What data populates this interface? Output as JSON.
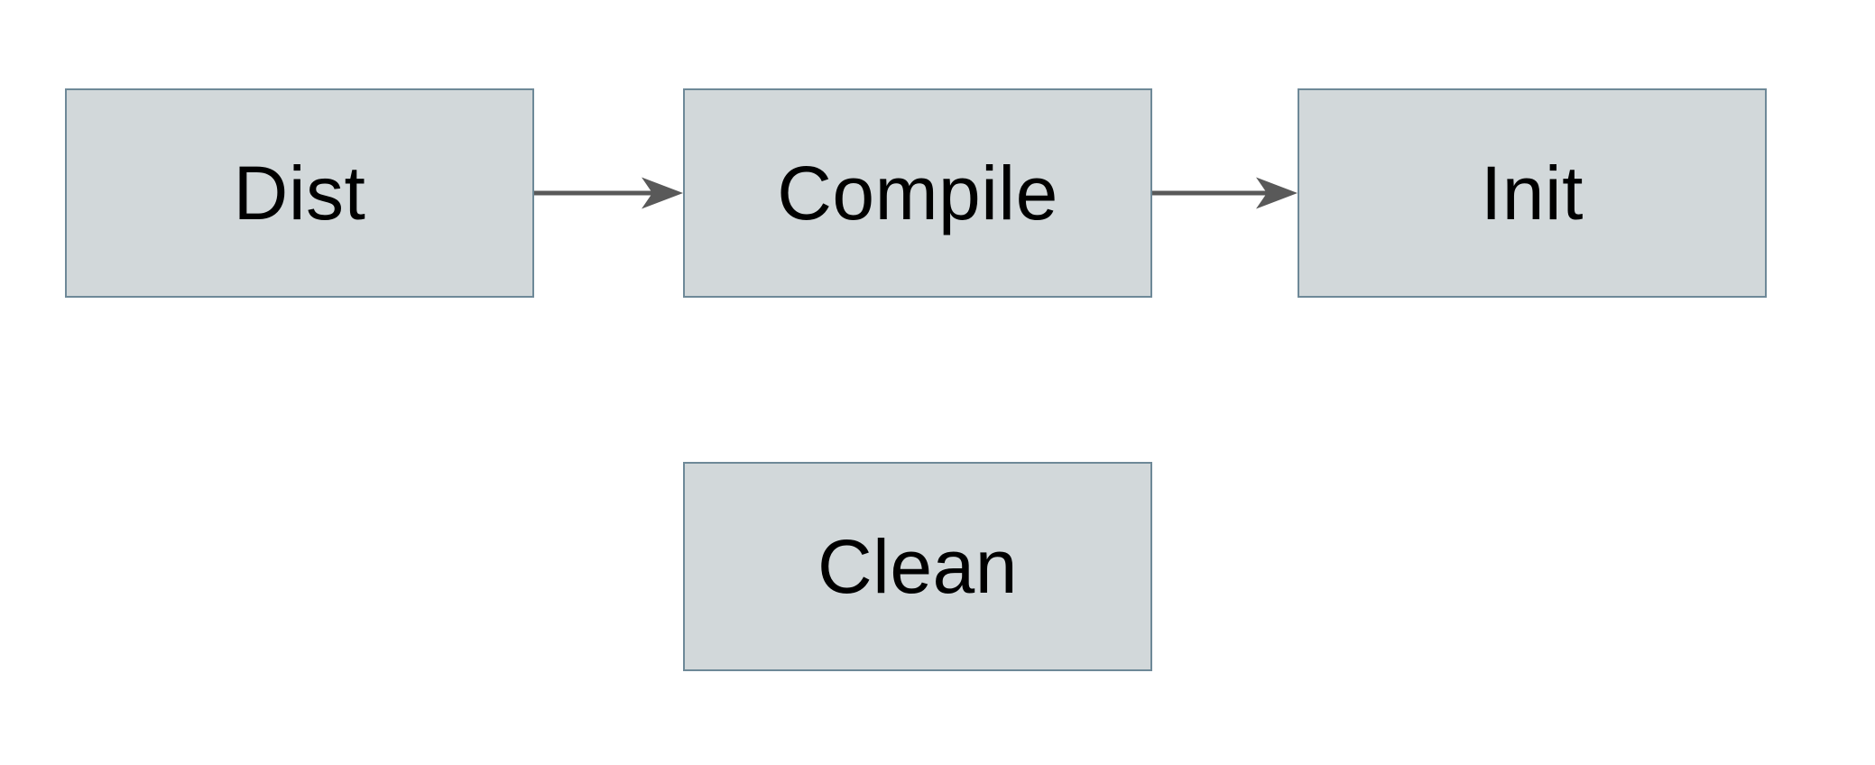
{
  "diagram": {
    "type": "flowchart",
    "nodes": [
      {
        "id": "dist",
        "label": "Dist"
      },
      {
        "id": "compile",
        "label": "Compile"
      },
      {
        "id": "init",
        "label": "Init"
      },
      {
        "id": "clean",
        "label": "Clean"
      }
    ],
    "edges": [
      {
        "from": "Dist",
        "to": "Compile",
        "direction": "right",
        "style": "solid-arrow"
      },
      {
        "from": "Compile",
        "to": "Init",
        "direction": "right",
        "style": "solid-arrow"
      }
    ],
    "colors": {
      "background": "#ffffff",
      "node_fill": "#d2d8da",
      "node_border": "#6e8998",
      "arrow": "#595959",
      "text": "#000000"
    }
  }
}
